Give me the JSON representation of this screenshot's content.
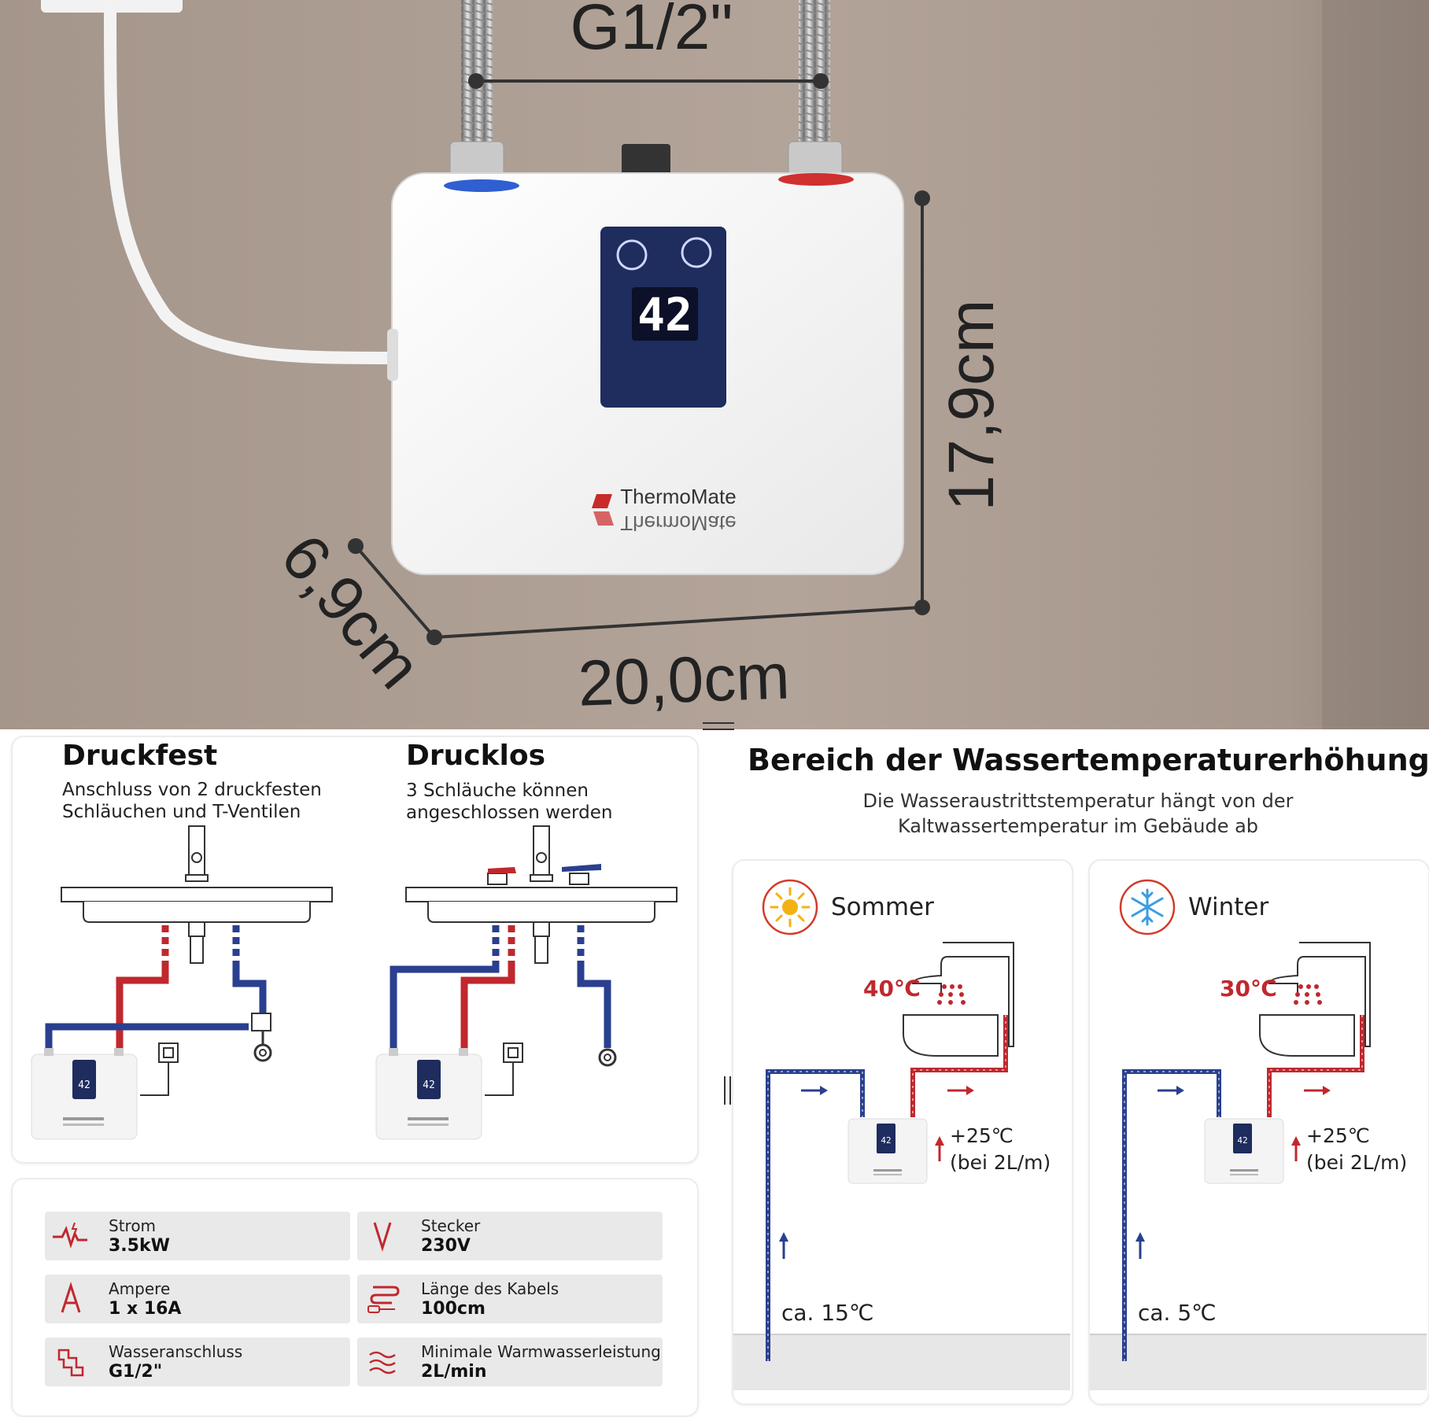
{
  "photo": {
    "connection_label": "G1/2\"",
    "height_label": "17,9cm",
    "depth_label": "6,9cm",
    "width_label": "20,0cm",
    "display_value": "42",
    "brand": "ThermoMate"
  },
  "installation": {
    "pressure": {
      "title": "Druckfest",
      "line1": "Anschluss von 2 druckfesten",
      "line2": "Schläuchen und T-Ventilen"
    },
    "unpressurized": {
      "title": "Drucklos",
      "line1": "3 Schläuche können",
      "line2": "angeschlossen werden"
    },
    "mini_display": "42"
  },
  "specs": [
    {
      "label": "Strom",
      "value": "3.5kW",
      "icon": "power-pulse-icon"
    },
    {
      "label": "Stecker",
      "value": "230V",
      "icon": "voltage-icon"
    },
    {
      "label": "Ampere",
      "value": "1 x 16A",
      "icon": "ampere-icon"
    },
    {
      "label": "Länge des Kabels",
      "value": "100cm",
      "icon": "cable-icon"
    },
    {
      "label": "Wasseranschluss",
      "value": "G1/2\"",
      "icon": "pipe-icon"
    },
    {
      "label": "Minimale Warmwasserleistung",
      "value": "2L/min",
      "icon": "water-flow-icon"
    }
  ],
  "temperature": {
    "title": "Bereich der Wassertemperaturerhöhung",
    "sub1": "Die Wasseraustrittstemperatur hängt von der",
    "sub2": "Kaltwassertemperatur im Gebäude ab",
    "summer": {
      "label": "Sommer",
      "out_temp": "40℃",
      "increase": "+25℃",
      "rate": "(bei 2L/m)",
      "cold_temp": "ca. 15℃"
    },
    "winter": {
      "label": "Winter",
      "out_temp": "30℃",
      "increase": "+25℃",
      "rate": "(bei 2L/m)",
      "cold_temp": "ca. 5℃"
    },
    "mini_display": "42"
  },
  "colors": {
    "hot": "#c0282e",
    "cold": "#2a3f8f",
    "wall": "#a8968a",
    "panel": "#1d2d5a"
  }
}
